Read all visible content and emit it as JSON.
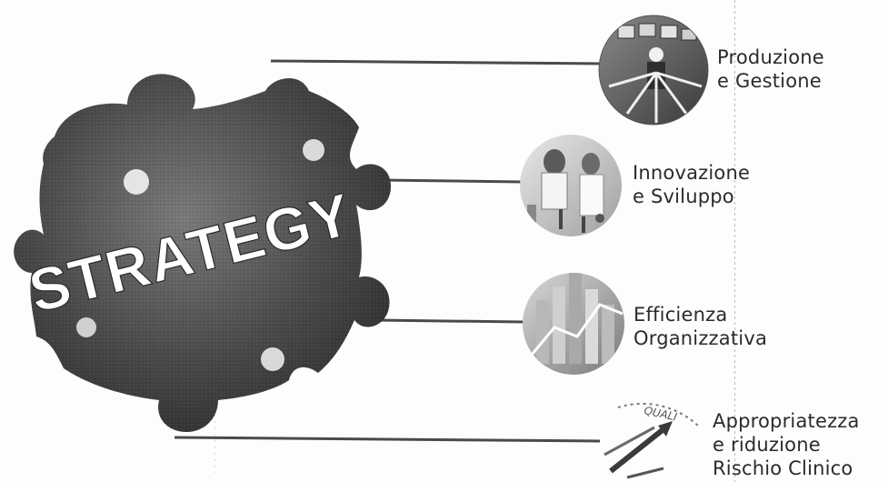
{
  "puzzle": {
    "word": "STRATEGY"
  },
  "items": [
    {
      "line1": "Produzione",
      "line2": "e Gestione",
      "line3": "",
      "icon": "manager-network-icon"
    },
    {
      "line1": "Innovazione",
      "line2": "e Sviluppo",
      "line3": "",
      "icon": "laboratory-icon"
    },
    {
      "line1": "Efficienza",
      "line2": "Organizzativa",
      "line3": "",
      "icon": "bar-chart-icon"
    },
    {
      "line1": "Appropriatezza",
      "line2": "e riduzione",
      "line3": "Rischio Clinico",
      "icon": "quality-gauge-icon"
    }
  ],
  "gauge": {
    "text": "QUALI"
  },
  "colors": {
    "puzzle_dark": "#3a3a3a",
    "puzzle_light": "#8c8c8c",
    "line": "#4a4a4a",
    "text": "#2b2b2b"
  }
}
